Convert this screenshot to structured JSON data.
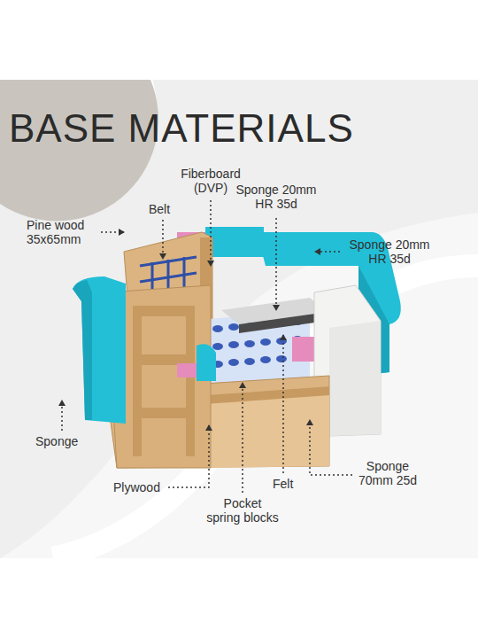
{
  "diagram": {
    "title": "BASE MATERIALS",
    "labels": [
      "Fiberboard (DVP)",
      "Belt",
      "Sponge 20mm HR 35d",
      "Pine wood 35x65mm",
      "Sponge 20mm HR 35d",
      "Sponge",
      "Felt",
      "Sponge 70mm 25d",
      "Plywood",
      "Pocket spring blocks"
    ]
  }
}
